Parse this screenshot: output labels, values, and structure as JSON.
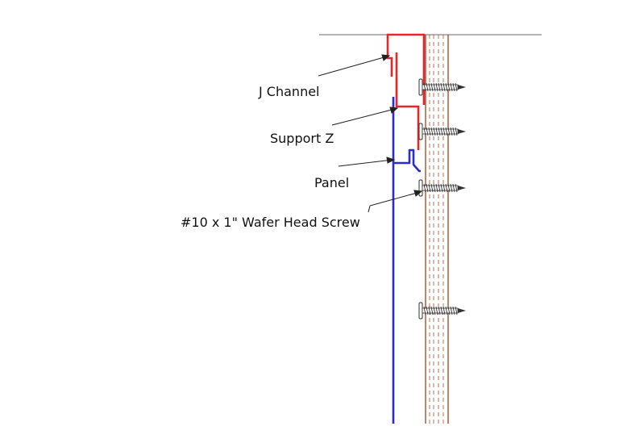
{
  "labels": {
    "j_channel": "J Channel",
    "support_z": "Support Z",
    "panel": "Panel",
    "screw": "#10 x 1\" Wafer Head Screw"
  },
  "colors": {
    "j_channel": "#e8262a",
    "support_z": "#e8262a",
    "panel": "#2b2bd6",
    "wood_stud": "#a0522d",
    "ceiling_line": "#888888",
    "leader": "#222222",
    "screw": "#333333"
  },
  "screws_count": 4
}
